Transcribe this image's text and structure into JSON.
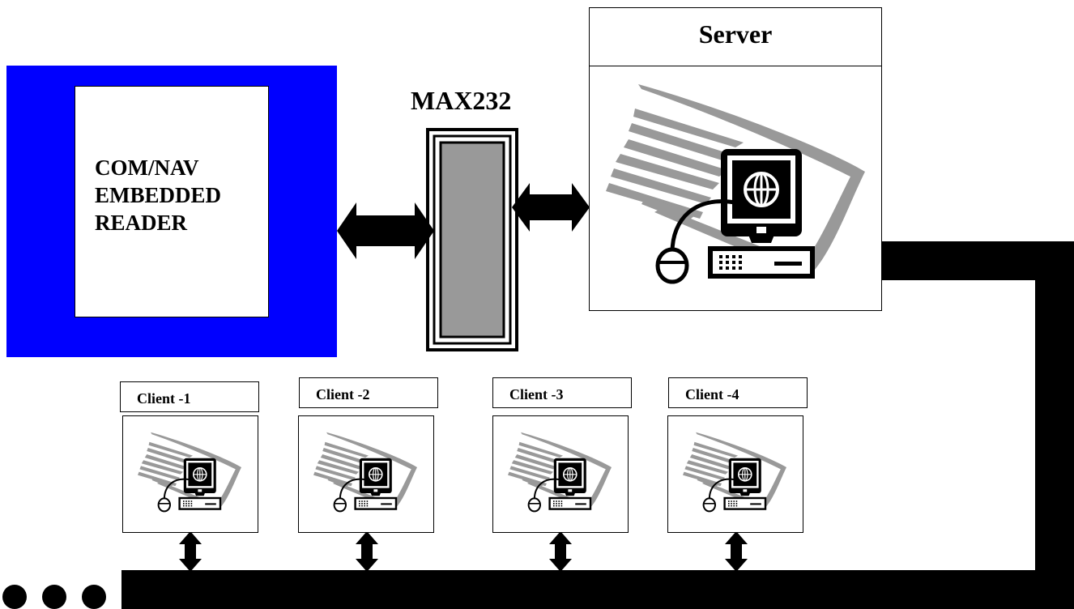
{
  "reader": {
    "lines": [
      "COM/NAV",
      "EMBEDDED",
      "READER"
    ],
    "outer_color": "#0000ff"
  },
  "converter": {
    "label": "MAX232"
  },
  "server": {
    "label": "Server",
    "icon": "computer-globe-icon"
  },
  "clients": [
    {
      "label": "Client -1",
      "icon": "computer-globe-icon"
    },
    {
      "label": "Client -2",
      "icon": "computer-globe-icon"
    },
    {
      "label": "Client -3",
      "icon": "computer-globe-icon"
    },
    {
      "label": "Client -4",
      "icon": "computer-globe-icon"
    }
  ],
  "continuation": {
    "icon": "ellipsis-dots-icon"
  },
  "colors": {
    "bus": "#000000",
    "swoosh": "#999999"
  }
}
